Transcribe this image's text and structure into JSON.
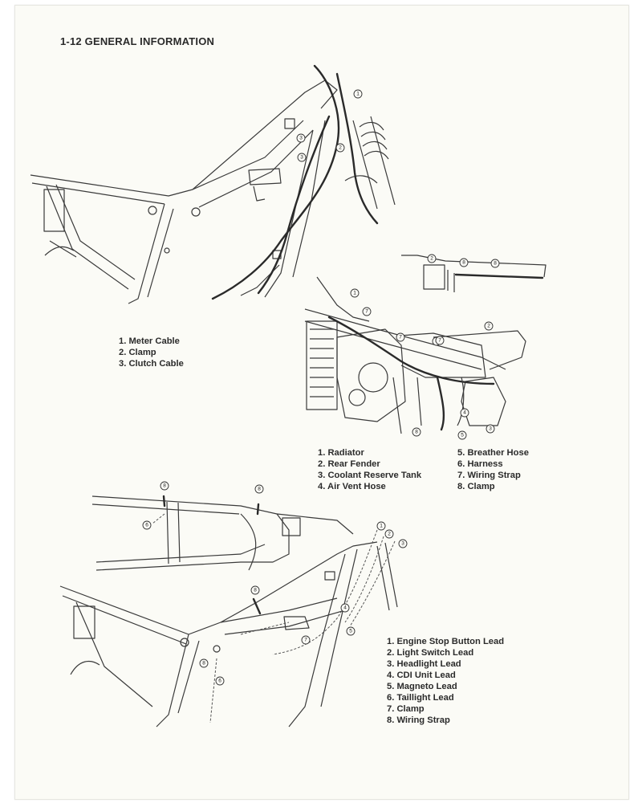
{
  "header": {
    "title": "1-12 GENERAL INFORMATION"
  },
  "figure1": {
    "callouts": [
      "1",
      "2",
      "3",
      "3"
    ],
    "legend": [
      "1. Meter Cable",
      "2. Clamp",
      "3. Clutch Cable"
    ]
  },
  "figure2": {
    "callouts": [
      "1",
      "2",
      "3",
      "4",
      "5",
      "6",
      "7",
      "7",
      "7",
      "2",
      "8",
      "8",
      "8"
    ],
    "legend_left": [
      "1. Radiator",
      "2. Rear Fender",
      "3. Coolant Reserve Tank",
      "4. Air  Vent Hose"
    ],
    "legend_right": [
      "5. Breather Hose",
      "6. Harness",
      "7. Wiring Strap",
      "8. Clamp"
    ]
  },
  "figure3": {
    "callouts": [
      "8",
      "8",
      "6",
      "1",
      "2",
      "3",
      "4",
      "5",
      "7",
      "8",
      "8",
      "6"
    ],
    "legend": [
      "1. Engine Stop Button Lead",
      "2. Light Switch Lead",
      "3. Headlight Lead",
      "4. CDI Unit Lead",
      "5. Magneto Lead",
      "6. Taillight Lead",
      "7. Clamp",
      "8. Wiring Strap"
    ]
  },
  "colors": {
    "ink": "#2a2a2a",
    "paper": "#fbfbf6"
  }
}
